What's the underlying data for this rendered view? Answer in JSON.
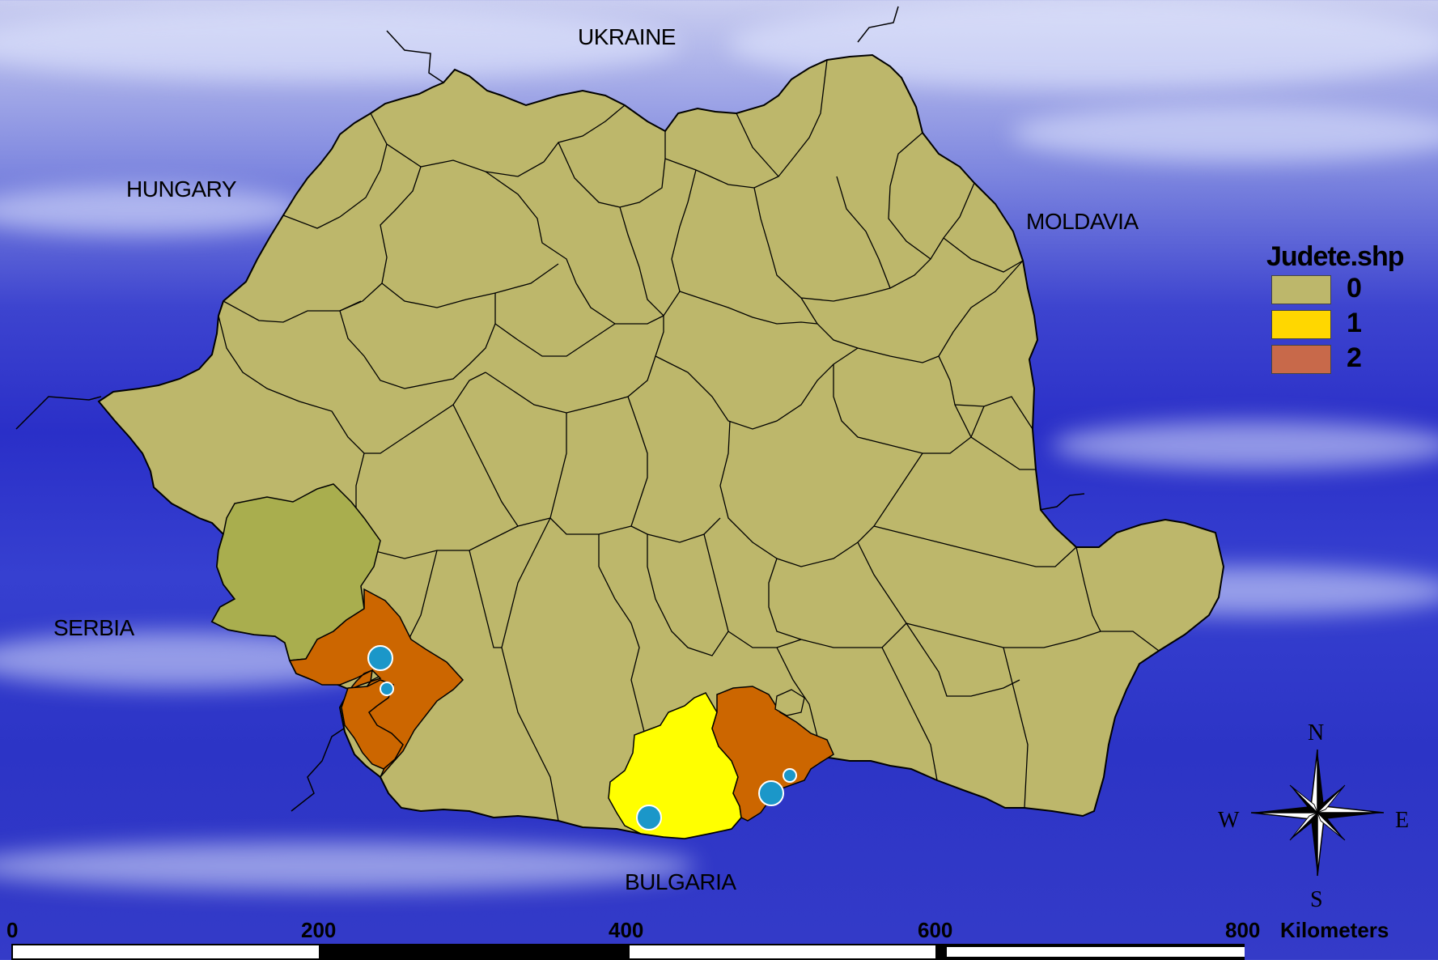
{
  "map": {
    "countries": {
      "ukraine": "UKRAINE",
      "hungary": "HUNGARY",
      "moldavia": "MOLDAVIA",
      "serbia": "SERBIA",
      "bulgaria": "BULGARIA"
    },
    "colors": {
      "class_0": "#bdb76b",
      "class_0_highlight": "#a9ae4e",
      "class_1": "#ffff00",
      "class_2": "#cc6600",
      "points": "#1b97c9"
    }
  },
  "legend": {
    "title": "Judete.shp",
    "items": [
      {
        "label": "0",
        "color": "#bdb76b"
      },
      {
        "label": "1",
        "color": "#ffd700"
      },
      {
        "label": "2",
        "color": "#c8694a"
      }
    ]
  },
  "compass": {
    "n": "N",
    "s": "S",
    "e": "E",
    "w": "W"
  },
  "scale": {
    "ticks": [
      "0",
      "200",
      "400",
      "600",
      "800"
    ],
    "unit": "Kilometers"
  }
}
